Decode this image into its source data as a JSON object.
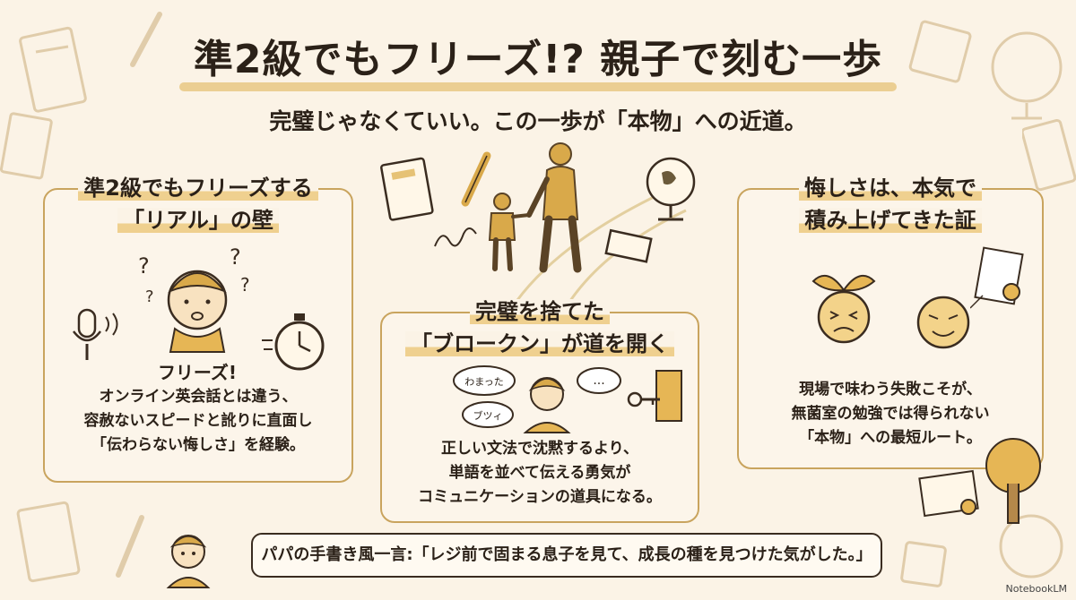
{
  "title": "準2級でもフリーズ!? 親子で刻む一歩",
  "subtitle": "完璧じゃなくていい。この一歩が「本物」への近道。",
  "panel_left": {
    "heading_line1": "準2級でもフリーズする",
    "heading_line2": "「リアル」の壁",
    "freeze_label": "フリーズ!",
    "body_line1": "オンライン英会話とは違う、",
    "body_line2": "容赦ないスピードと訛りに直面し",
    "body_line3": "「伝わらない悔しさ」を経験。"
  },
  "panel_center": {
    "heading_line1": "完璧を捨てた",
    "heading_line2": "「ブロークン」が道を開く",
    "bubble_left_top": "わまった",
    "bubble_left_bottom": "ブツィ",
    "bubble_right": "...",
    "body_line1": "正しい文法で沈黙するより、",
    "body_line2": "単語を並べて伝える勇気が",
    "body_line3": "コミュニケーションの道具になる。"
  },
  "panel_right": {
    "heading_line1": "悔しさは、本気で",
    "heading_line2": "積み上げてきた証",
    "body_line1": "現場で味わう失敗こそが、",
    "body_line2": "無菌室の勉強では得られない",
    "body_line3": "「本物」への最短ルート。"
  },
  "quote": "パパの手書き風一言:「レジ前で固まる息子を見て、成長の種を見つけた気がした。」",
  "brand": "NotebookLM",
  "colors": {
    "background": "#fbf3e6",
    "accent": "#c9a45e",
    "highlight": "#efd08f",
    "ink": "#2b2118"
  }
}
